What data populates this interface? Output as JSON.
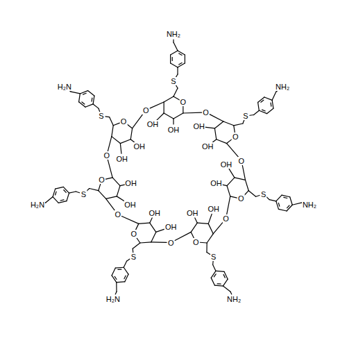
{
  "diagram": {
    "labels": [
      "O",
      "O",
      "OH",
      "OH",
      "S",
      "NH₂",
      "O",
      "O",
      "OH",
      "OH",
      "S",
      "NH₂",
      "O",
      "O",
      "OH",
      "OH",
      "S",
      "NH₂",
      "O",
      "O",
      "OH",
      "OH",
      "S",
      "NH₂",
      "O",
      "O",
      "OH",
      "OH",
      "S",
      "H₂N",
      "O",
      "O",
      "OH",
      "OH",
      "S",
      "H₂N",
      "O",
      "O",
      "OH",
      "OH",
      "S",
      "H₂N"
    ]
  }
}
